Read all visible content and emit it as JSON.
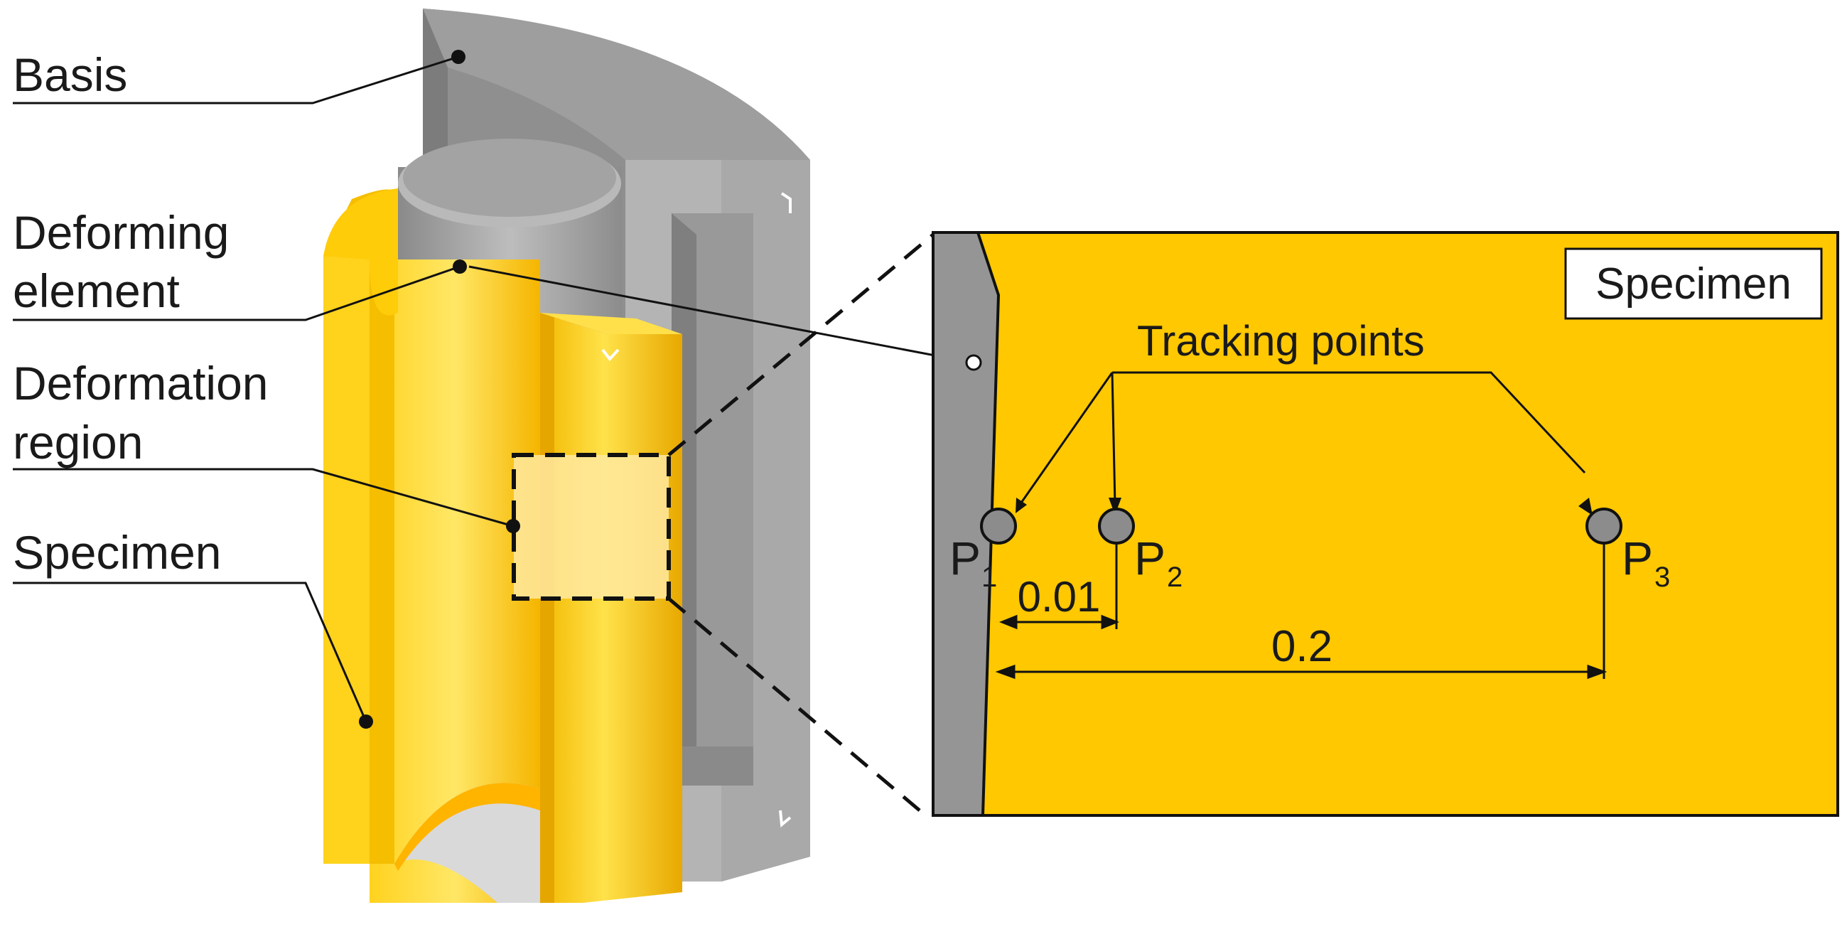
{
  "left_labels": {
    "basis": "Basis",
    "deforming_line1": "Deforming",
    "deforming_line2": "element",
    "deformation_line1": "Deformation",
    "deformation_line2": "region",
    "specimen": "Specimen"
  },
  "detail": {
    "box_label": "Specimen",
    "tracking_label": "Tracking points",
    "points": [
      {
        "letter": "P",
        "index": "1"
      },
      {
        "letter": "P",
        "index": "2"
      },
      {
        "letter": "P",
        "index": "3"
      }
    ],
    "dim_small": "0.01",
    "dim_large": "0.2"
  },
  "colors": {
    "specimen_yellow": "#FFC800",
    "metal_grey": "#9B9B9B",
    "point_grey": "#8C8C8C"
  }
}
